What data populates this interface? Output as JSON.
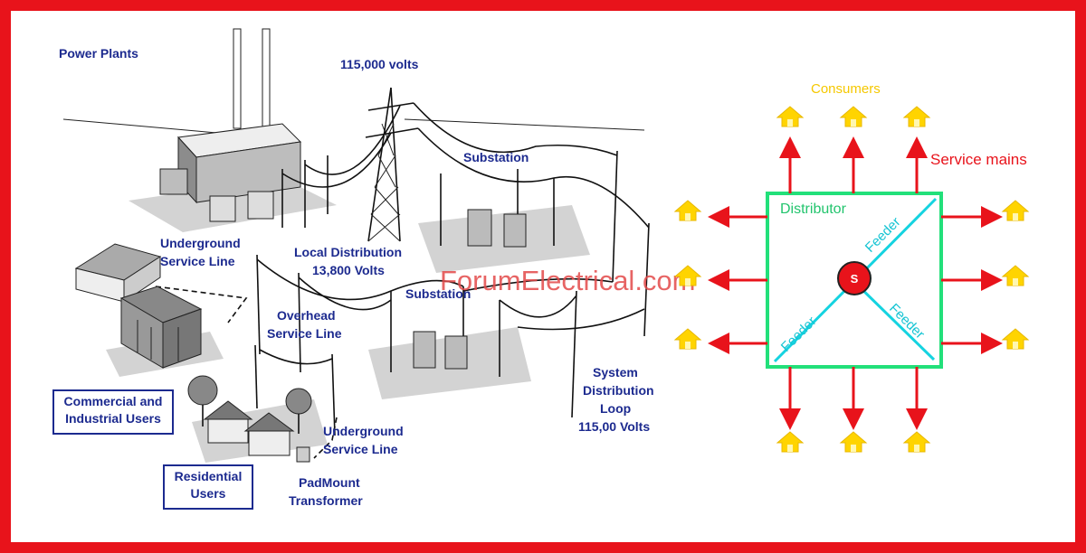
{
  "left": {
    "labels": {
      "power_plants": "Power Plants",
      "volts_115k": "115,000 volts",
      "substation_top": "Substation",
      "underground_service_1": [
        "Underground",
        "Service Line"
      ],
      "local_distribution": [
        "Local Distribution",
        "13,800 Volts"
      ],
      "substation_mid": "Substation",
      "overhead_service": [
        "Overhead",
        "Service Line"
      ],
      "system_loop": [
        "System",
        "Distribution",
        "Loop",
        "115,00 Volts"
      ],
      "underground_service_2": [
        "Underground",
        "Service Line"
      ],
      "padmount": [
        "PadMount",
        "Transformer"
      ],
      "commercial": [
        "Commercial and",
        "Industrial Users"
      ],
      "residential": [
        "Residential",
        "Users"
      ]
    },
    "watermark": "ForumElectrical.com"
  },
  "right": {
    "consumers": "Consumers",
    "service_mains": "Service mains",
    "distributor": "Distributor",
    "feeder": "Feeder",
    "substation_symbol": "S"
  },
  "colors": {
    "border": "#e8131b",
    "label_blue": "#1c2a8f",
    "arrow_red": "#e8131b",
    "distributor_green": "#22e07a",
    "feeder_cyan": "#15d3e0",
    "consumer_yellow": "#ffd400",
    "service_red": "#e8131b"
  }
}
